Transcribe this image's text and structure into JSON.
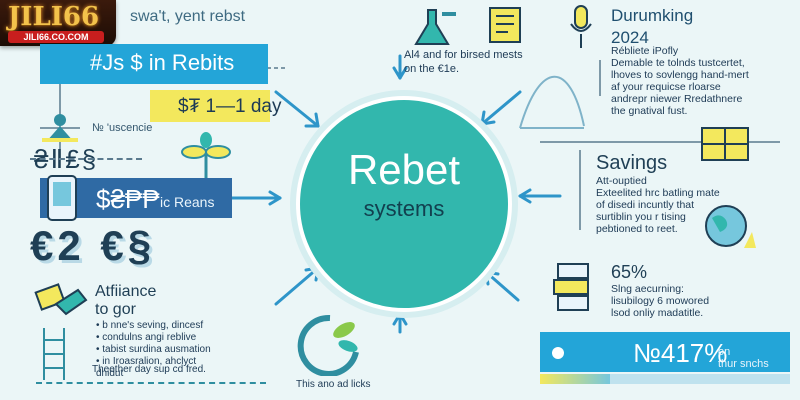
{
  "logo": {
    "brand": "JILI66",
    "url": "JILI66.CO.COM"
  },
  "header": {
    "top_left_text": "swa't, yent rebst"
  },
  "left": {
    "banner_blue": "#Js $ in Rebits",
    "banner_yellow": "$₮ 1—1 day",
    "label_uscencie": "№ 'uscencie",
    "big_number": "₴Ⅱ₤§",
    "rebate_box": "$₴₱₱",
    "rebate_box_sub": "ic Reans",
    "euro_row": "€2 €§"
  },
  "center": {
    "title": "Rebet",
    "subtitle": "systems",
    "top_text": "Al4 and for birsed mests on the €1e.",
    "bottom_text": "This ano ad licks"
  },
  "right_top": {
    "title": "Durumking",
    "year": "2024",
    "body": [
      "Rébliete iPofly",
      "Demable te tolnds tustcertet,",
      "lhoves to sovlengg hand-mert",
      "af your requicse rloarse",
      "andrepr niewer Rredathnere",
      "the gnatival fust."
    ]
  },
  "savings": {
    "title": "Savings",
    "body": [
      "Att-ouptied",
      "Exteelited hrc batling mate",
      "of disedi incuntly that",
      "surtiblin you r tising",
      "pebtioned to reet."
    ]
  },
  "stat": {
    "value": "65%",
    "body": [
      "Slng aecurning:",
      "lisubilogy 6 mowored",
      "lsod onliy madatitle."
    ]
  },
  "progress": {
    "label": "№417%",
    "sub": [
      "on",
      "thur snchs"
    ],
    "level_percent": 28
  },
  "alliance": {
    "title": "Atfiiance",
    "title2": "to gor",
    "body": [
      "• b nne's seving, dincesf",
      "• condulns angi reblive",
      "• tabist surdina ausmation",
      "• in Iroasralion, ahclyct dnidut"
    ],
    "footer": "Theether day sup cd fred."
  },
  "colors": {
    "bg": "#ebf6f7",
    "teal": "#32b7ad",
    "blue": "#23a5d8",
    "yellow": "#f3e85d",
    "navy": "#1f3f55"
  }
}
